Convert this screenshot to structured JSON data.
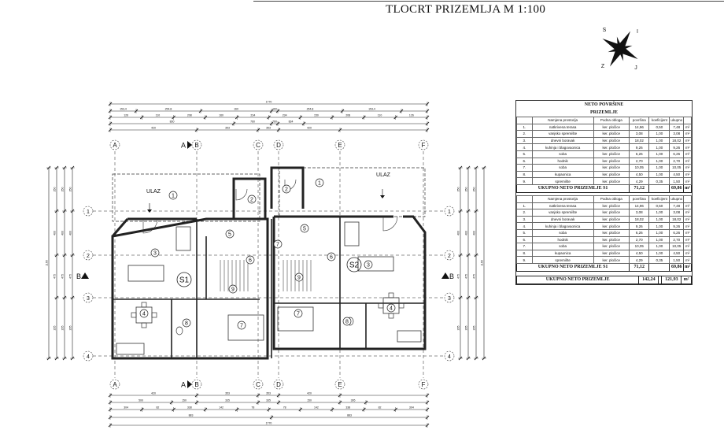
{
  "title": "TLOCRT PRIZEMLJA  M 1:100",
  "compass": {
    "letters": [
      "S",
      "I",
      "J",
      "Z"
    ]
  },
  "table": {
    "heading": "NETO POVRŠINE",
    "subheading": "PRIZEMLJE",
    "columns": [
      "",
      "Namjena prostorija",
      "Podna obloga",
      "površina",
      "koeficijent",
      "ukupno",
      ""
    ],
    "unit": "m²",
    "units": [
      {
        "rows": [
          [
            "1.",
            "natkrivena terasa",
            "ker. pločice",
            "14,96",
            "0,50",
            "7,48"
          ],
          [
            "2.",
            "vanjsko spremište",
            "ker. pločice",
            "3,08",
            "1,00",
            "3,08"
          ],
          [
            "3.",
            "dnevni boravak",
            "ker. pločice",
            "18,02",
            "1,00",
            "18,02"
          ],
          [
            "4.",
            "kuhinja i blagovaonica",
            "ker. pločice",
            "9,26",
            "1,00",
            "9,26"
          ],
          [
            "5.",
            "soba",
            "ker. pločice",
            "6,26",
            "1,00",
            "6,26"
          ],
          [
            "6.",
            "hodnik",
            "ker. pločice",
            "2,70",
            "1,00",
            "2,70"
          ],
          [
            "7.",
            "soba",
            "ker. pločice",
            "10,05",
            "1,00",
            "10,05"
          ],
          [
            "8.",
            "kupaonica",
            "ker. pločice",
            "4,50",
            "1,00",
            "4,50"
          ],
          [
            "9.",
            "spremište",
            "ker. pločice",
            "4,29",
            "0,35",
            "1,50"
          ]
        ],
        "total_label": "UKUPNO NETO PRIZEMLJE S1",
        "total_area": "71,12",
        "total_net": "69,86"
      },
      {
        "rows": [
          [
            "1.",
            "natkrivena terasa",
            "ker. pločice",
            "14,96",
            "0,50",
            "7,48"
          ],
          [
            "2.",
            "vanjsko spremište",
            "ker. pločice",
            "3,08",
            "1,00",
            "3,08"
          ],
          [
            "3.",
            "dnevni boravak",
            "ker. pločice",
            "18,02",
            "1,00",
            "18,02"
          ],
          [
            "4.",
            "kuhinja i blagovaonica",
            "ker. pločice",
            "9,26",
            "1,00",
            "9,26"
          ],
          [
            "5.",
            "soba",
            "ker. pločice",
            "6,26",
            "1,00",
            "6,26"
          ],
          [
            "6.",
            "hodnik",
            "ker. pločice",
            "2,70",
            "1,00",
            "2,70"
          ],
          [
            "7.",
            "soba",
            "ker. pločice",
            "10,05",
            "1,00",
            "10,05"
          ],
          [
            "8.",
            "kupaonica",
            "ker. pločice",
            "4,50",
            "1,00",
            "4,50"
          ],
          [
            "9.",
            "spremište",
            "ker. pločice",
            "4,29",
            "0,35",
            "1,50"
          ]
        ],
        "total_label": "UKUPNO NETO PRIZEMLJE S1",
        "total_area": "71,12",
        "total_net": "69,86"
      }
    ],
    "grand_total_label": "UKUPNO NETO PRIZEMLJE",
    "grand_total_area": "142,24",
    "grand_total_net": "121,93"
  },
  "plan": {
    "axes_columns": [
      "A",
      "A",
      "B",
      "C",
      "D",
      "E",
      "F"
    ],
    "axes_rows": [
      "1",
      "2",
      "3",
      "4"
    ],
    "section_marker": "B",
    "entrance_label": "ULAZ",
    "unit_labels": [
      "S1",
      "S2"
    ],
    "room_numbers": [
      "1",
      "2",
      "3",
      "4",
      "5",
      "6",
      "7",
      "8",
      "9"
    ],
    "dims_top": {
      "overall": "1770",
      "row2": [
        "153,4",
        "254,8",
        "160",
        "160",
        "254,8",
        "153,4"
      ],
      "row3": [
        "126",
        "110",
        "208",
        "160",
        "234",
        "234",
        "150",
        "208",
        "110",
        "126"
      ],
      "row4": [
        "830",
        "760",
        "760",
        "834"
      ],
      "row5": [
        "420",
        "353",
        "353",
        "420"
      ]
    },
    "dims_bottom": {
      "row1": [
        "420",
        "353",
        "353",
        "420"
      ],
      "row2": [
        "500",
        "150",
        "335",
        "335",
        "150",
        "395"
      ],
      "row3": [
        "304",
        "82",
        "338",
        "142",
        "78",
        "78",
        "142",
        "338",
        "82",
        "304"
      ],
      "row4": [
        "883",
        "883"
      ],
      "overall": "1770"
    },
    "dims_side": {
      "overall": "1160",
      "left": [
        "250",
        "400",
        "475",
        "235"
      ]
    }
  }
}
